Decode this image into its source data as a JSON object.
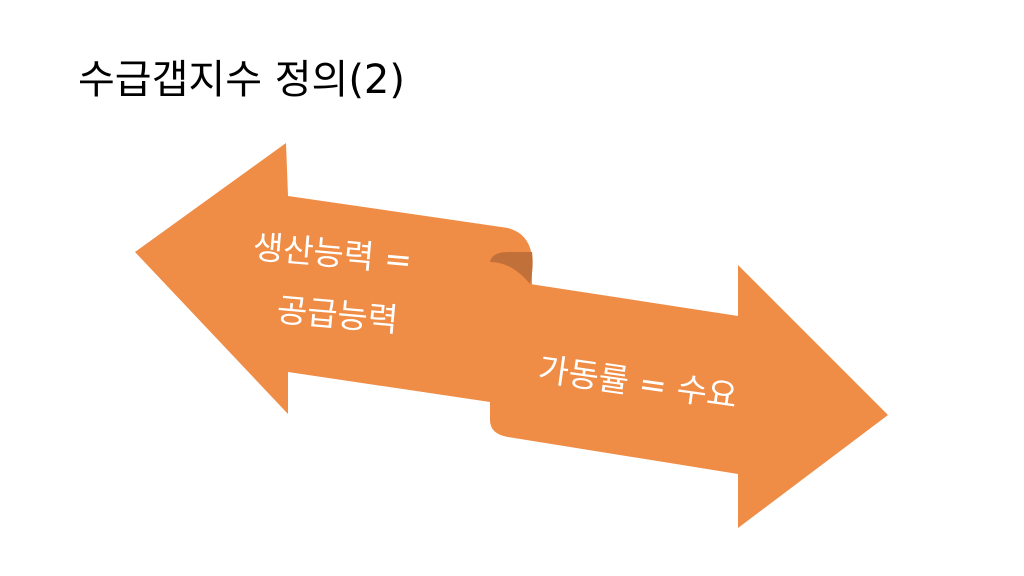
{
  "slide": {
    "title": "수급갭지수 정의(2)"
  },
  "diagram": {
    "fill_color": "#EF8C45",
    "fold_color": "#C2703A",
    "left_arrow": {
      "label_line1": "생산능력 =",
      "label_line2": "공급능력"
    },
    "right_arrow": {
      "label": "가동률 = 수요"
    }
  }
}
